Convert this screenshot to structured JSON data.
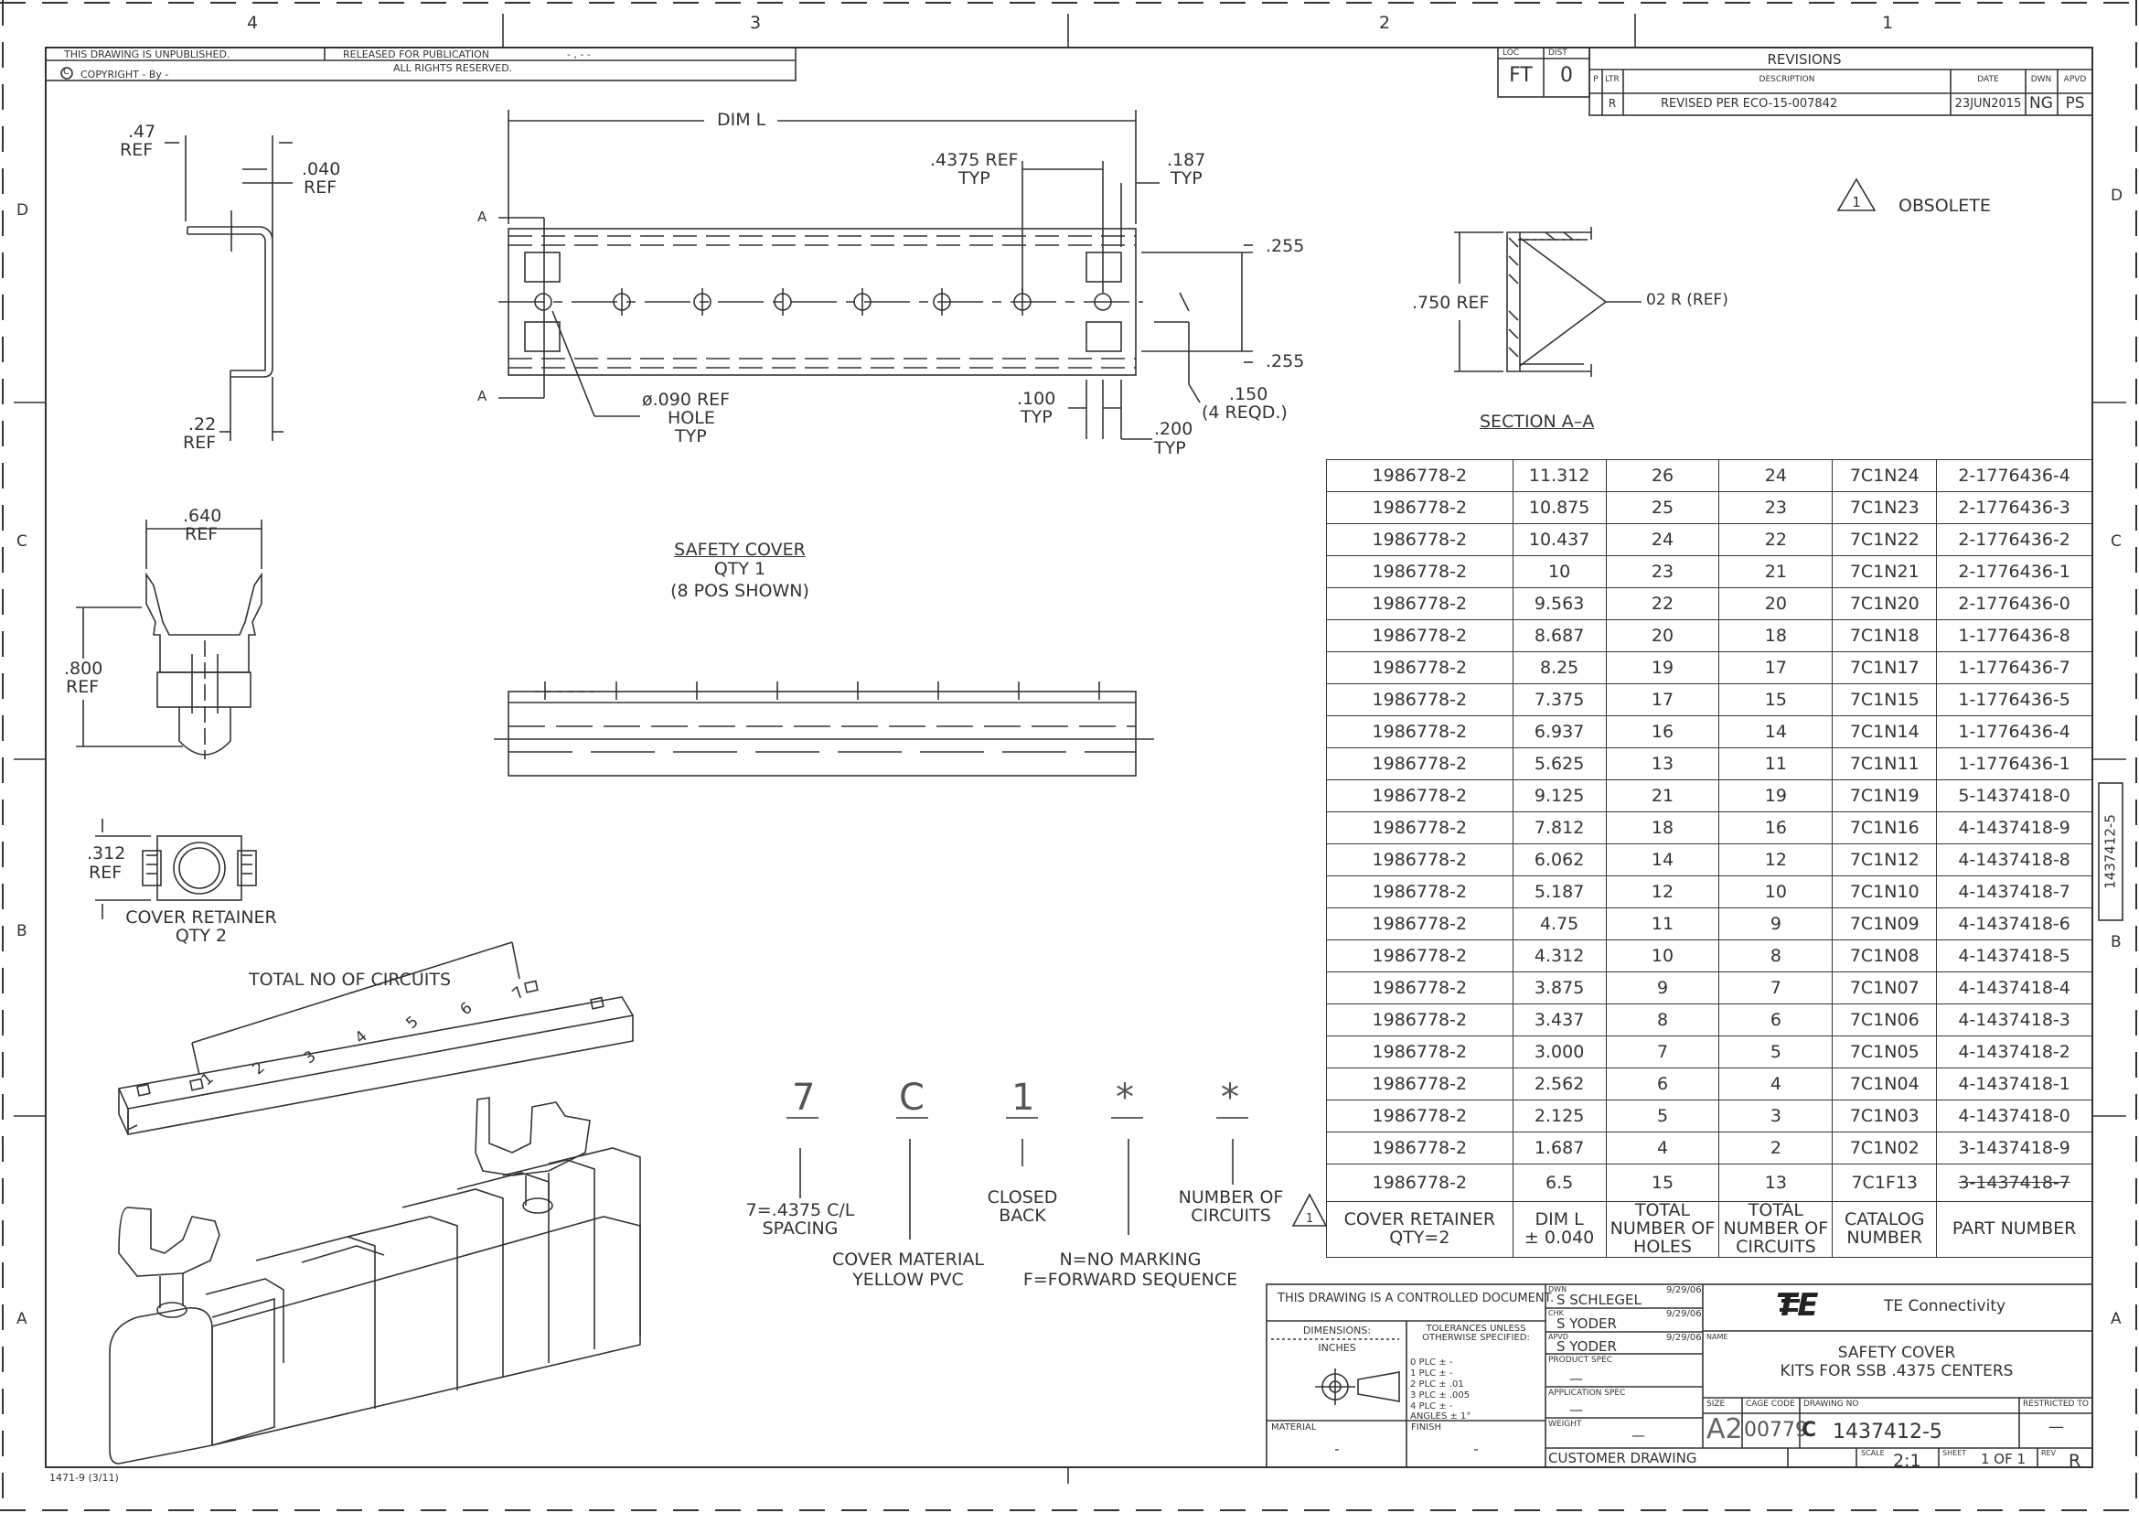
{
  "zones_top": [
    "4",
    "3",
    "2",
    "1"
  ],
  "zones_side": [
    "D",
    "C",
    "B",
    "A"
  ],
  "header_left": {
    "unpublished": "THIS DRAWING IS UNPUBLISHED.",
    "release": "RELEASED FOR PUBLICATION",
    "release_value": "- , -  -",
    "copyright": "COPYRIGHT  -    By  -",
    "rights": "ALL RIGHTS RESERVED."
  },
  "loc_dist": {
    "loc_label": "LOC",
    "loc": "FT",
    "dist_label": "DIST",
    "dist": "0"
  },
  "revisions": {
    "title": "REVISIONS",
    "headers": [
      "P",
      "LTR",
      "DESCRIPTION",
      "DATE",
      "DWN",
      "APVD"
    ],
    "row": [
      "",
      "R",
      "REVISED PER ECO-15-007842",
      "23JUN2015",
      "NG",
      "PS"
    ]
  },
  "notes": {
    "obsolete_num": "1",
    "obsolete": "OBSOLETE"
  },
  "dims": {
    "ref47": ".47",
    "ref": "REF",
    "ref040": ".040",
    "ref22": ".22",
    "dim_l": "DIM  L",
    "ref4375": ".4375  REF",
    "typ": "TYP",
    "ref187": ".187",
    "d255a": ".255",
    "d255b": ".255",
    "hole": "ø.090  REF",
    "hole2": "HOLE",
    "hole3": "TYP",
    "d100": ".100",
    "d200": ".200",
    "d150": ".150",
    "reqd": "(4  REQD.)",
    "sec_a": "A",
    "ref750": ".750  REF",
    "r02": "02  R  (REF)",
    "section": "SECTION  A–A",
    "ref640": ".640",
    "ref800": ".800",
    "ref312": ".312"
  },
  "labels": {
    "safety_cover": "SAFETY  COVER",
    "qty1": "QTY  1",
    "pos_shown": "(8  POS  SHOWN)",
    "cover_retainer": "COVER  RETAINER",
    "qty2": "QTY  2",
    "total_circuits": "TOTAL  NO  OF  CIRCUITS",
    "circuit_nums": [
      "1",
      "2",
      "3",
      "4",
      "5",
      "6",
      "7"
    ]
  },
  "part_code": {
    "chars": [
      "7",
      "C",
      "1",
      "*",
      "*"
    ],
    "spacing1": "7=.4375  C/L",
    "spacing2": "SPACING",
    "material1": "COVER  MATERIAL",
    "material2": "YELLOW  PVC",
    "back1": "CLOSED",
    "back2": "BACK",
    "marking1": "N=NO  MARKING",
    "marking2": "F=FORWARD  SEQUENCE",
    "circuits1": "NUMBER  OF",
    "circuits2": "CIRCUITS"
  },
  "table": {
    "rows": [
      [
        "1986778-2",
        "11.312",
        "26",
        "24",
        "7C1N24",
        "2-1776436-4"
      ],
      [
        "1986778-2",
        "10.875",
        "25",
        "23",
        "7C1N23",
        "2-1776436-3"
      ],
      [
        "1986778-2",
        "10.437",
        "24",
        "22",
        "7C1N22",
        "2-1776436-2"
      ],
      [
        "1986778-2",
        "10",
        "23",
        "21",
        "7C1N21",
        "2-1776436-1"
      ],
      [
        "1986778-2",
        "9.563",
        "22",
        "20",
        "7C1N20",
        "2-1776436-0"
      ],
      [
        "1986778-2",
        "8.687",
        "20",
        "18",
        "7C1N18",
        "1-1776436-8"
      ],
      [
        "1986778-2",
        "8.25",
        "19",
        "17",
        "7C1N17",
        "1-1776436-7"
      ],
      [
        "1986778-2",
        "7.375",
        "17",
        "15",
        "7C1N15",
        "1-1776436-5"
      ],
      [
        "1986778-2",
        "6.937",
        "16",
        "14",
        "7C1N14",
        "1-1776436-4"
      ],
      [
        "1986778-2",
        "5.625",
        "13",
        "11",
        "7C1N11",
        "1-1776436-1"
      ],
      [
        "1986778-2",
        "9.125",
        "21",
        "19",
        "7C1N19",
        "5-1437418-0"
      ],
      [
        "1986778-2",
        "7.812",
        "18",
        "16",
        "7C1N16",
        "4-1437418-9"
      ],
      [
        "1986778-2",
        "6.062",
        "14",
        "12",
        "7C1N12",
        "4-1437418-8"
      ],
      [
        "1986778-2",
        "5.187",
        "12",
        "10",
        "7C1N10",
        "4-1437418-7"
      ],
      [
        "1986778-2",
        "4.75",
        "11",
        "9",
        "7C1N09",
        "4-1437418-6"
      ],
      [
        "1986778-2",
        "4.312",
        "10",
        "8",
        "7C1N08",
        "4-1437418-5"
      ],
      [
        "1986778-2",
        "3.875",
        "9",
        "7",
        "7C1N07",
        "4-1437418-4"
      ],
      [
        "1986778-2",
        "3.437",
        "8",
        "6",
        "7C1N06",
        "4-1437418-3"
      ],
      [
        "1986778-2",
        "3.000",
        "7",
        "5",
        "7C1N05",
        "4-1437418-2"
      ],
      [
        "1986778-2",
        "2.562",
        "6",
        "4",
        "7C1N04",
        "4-1437418-1"
      ],
      [
        "1986778-2",
        "2.125",
        "5",
        "3",
        "7C1N03",
        "4-1437418-0"
      ],
      [
        "1986778-2",
        "1.687",
        "4",
        "2",
        "7C1N02",
        "3-1437418-9"
      ],
      [
        "1986778-2",
        "6.5",
        "15",
        "13",
        "7C1F13",
        "3-1437418-7"
      ]
    ],
    "obsolete_num": "1",
    "headers": {
      "c0a": "COVER  RETAINER",
      "c0b": "QTY=2",
      "c1a": "DIM  L",
      "c1b": "± 0.040",
      "c2a": "TOTAL",
      "c2b": "NUMBER  OF",
      "c2c": "HOLES",
      "c3a": "TOTAL",
      "c3b": "NUMBER  OF",
      "c3c": "CIRCUITS",
      "c4a": "CATALOG",
      "c4b": "NUMBER",
      "c5a": "PART  NUMBER"
    }
  },
  "title_block": {
    "controlled": "THIS DRAWING IS A CONTROLLED DOCUMENT.",
    "dimensions": "DIMENSIONS:",
    "inches": "INCHES",
    "tolerances1": "TOLERANCES UNLESS",
    "tolerances2": "OTHERWISE SPECIFIED:",
    "plc": [
      "0 PLC   ±  -",
      "1 PLC   ±  -",
      "2 PLC   ±  .01",
      "3 PLC   ±  .005",
      "4 PLC   ±  -",
      "ANGLES        ± 1°"
    ],
    "dwn_label": "DWN",
    "dwn": "S  SCHLEGEL",
    "dwn_date": "9/29/06",
    "chk_label": "CHK",
    "chk": "S  YODER",
    "chk_date": "9/29/06",
    "apvd_label": "APVD",
    "apvd": "S  YODER",
    "apvd_date": "9/29/06",
    "product_spec": "PRODUCT SPEC",
    "product_spec_val": "—",
    "app_spec": "APPLICATION SPEC",
    "app_spec_val": "—",
    "weight_label": "WEIGHT",
    "weight": "—",
    "material_label": "MATERIAL",
    "material": "-",
    "finish_label": "FINISH",
    "finish": "-",
    "logo": "TE",
    "company": "TE  Connectivity",
    "name_label": "NAME",
    "name1": "SAFETY  COVER",
    "name2": "KITS  FOR  SSB  .4375  CENTERS",
    "size_label": "SIZE",
    "size": "A2",
    "cage_label": "CAGE CODE",
    "cage": "00779",
    "dwgno_label": "DRAWING NO",
    "dwgno_c": "C",
    "dwgno": "1437412-5",
    "restricted_label": "RESTRICTED TO",
    "restricted": "—",
    "customer": "CUSTOMER  DRAWING",
    "scale_label": "SCALE",
    "scale": "2:1",
    "sheet_label": "SHEET",
    "sheet": "1  OF  1",
    "rev_label": "REV",
    "rev": "R"
  },
  "side_tab": "1437412-5",
  "footer": "1471-9   (3/11)"
}
